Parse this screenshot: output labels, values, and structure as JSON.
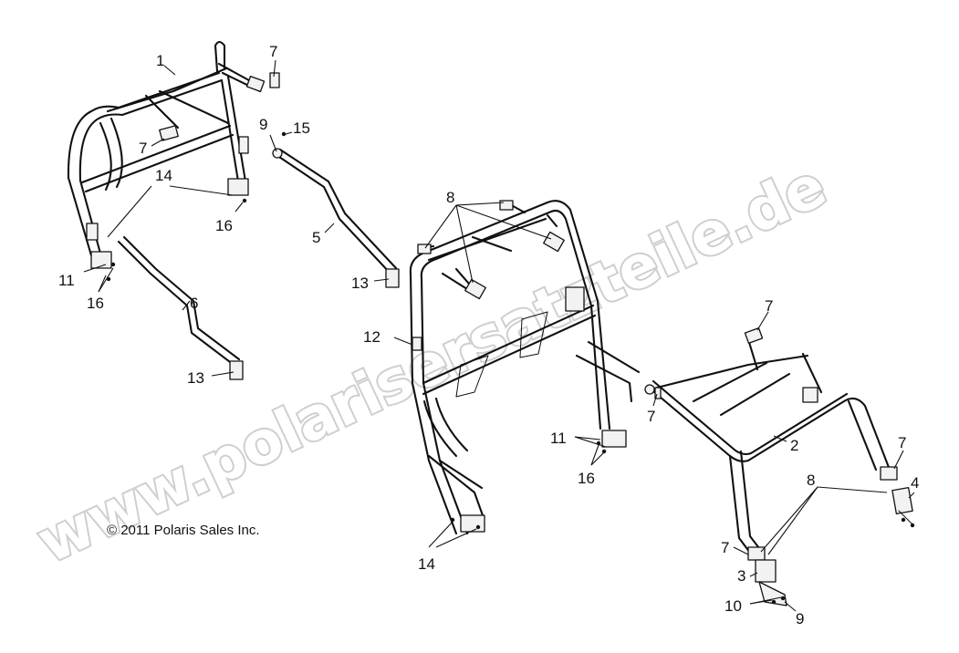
{
  "diagram": {
    "watermark": "www.polarisersatzteile.de",
    "copyright": "© 2011 Polaris Sales Inc.",
    "callouts": {
      "c1": "1",
      "c2": "2",
      "c3": "3",
      "c4": "4",
      "c5": "5",
      "c6": "6",
      "c7a": "7",
      "c7b": "7",
      "c7c": "7",
      "c7d": "7",
      "c7e": "7",
      "c7f": "7",
      "c8a": "8",
      "c8b": "8",
      "c9a": "9",
      "c9b": "9",
      "c10": "10",
      "c11a": "11",
      "c11b": "11",
      "c12": "12",
      "c13a": "13",
      "c13b": "13",
      "c14a": "14",
      "c14b": "14",
      "c15": "15",
      "c16a": "16",
      "c16b": "16",
      "c16c": "16"
    }
  }
}
